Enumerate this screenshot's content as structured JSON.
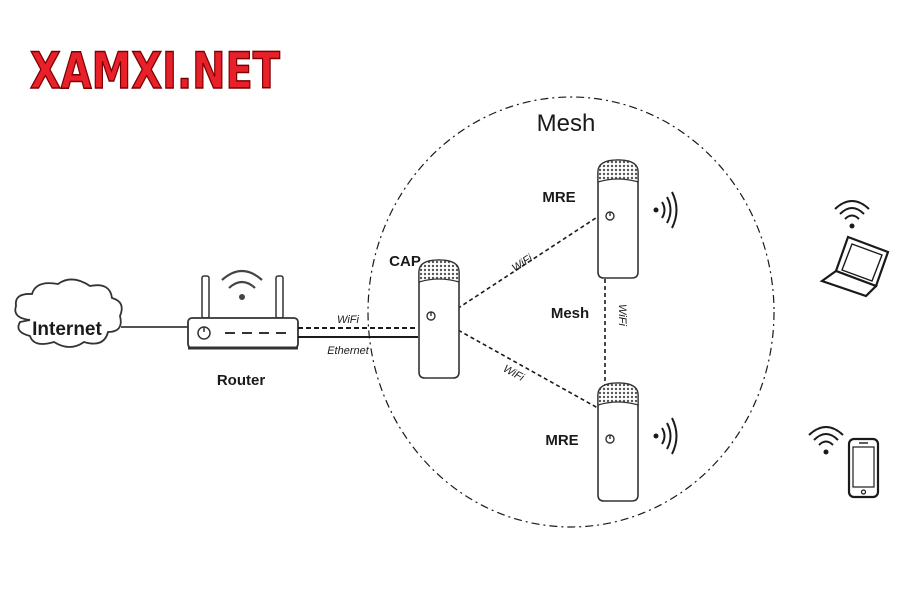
{
  "logo": {
    "text": "XAMXI.NET",
    "color": "#e8202a"
  },
  "mesh_title": {
    "text": "Mesh",
    "color": "#e8202a"
  },
  "labels": {
    "internet": "Internet",
    "router": "Router",
    "cap": "CAP",
    "mre_top": "MRE",
    "mre_bottom": "MRE",
    "mesh_center": "Mesh"
  },
  "link_labels": {
    "router_wifi": "WiFi",
    "router_ethernet": "Ethernet",
    "cap_mre_top": "WiFi",
    "cap_mre_bottom": "WiFi",
    "mre_mre": "WiFi"
  },
  "icons": {
    "cloud": "cloud-icon",
    "router": "router-icon",
    "cap": "mesh-node-icon",
    "mre": "mesh-node-icon",
    "laptop": "laptop-icon",
    "phone": "smartphone-icon",
    "wifi": "wifi-signal-icon"
  },
  "colors": {
    "line": "#1a1a1a",
    "device_fill": "#ffffff",
    "device_stroke": "#333333"
  }
}
